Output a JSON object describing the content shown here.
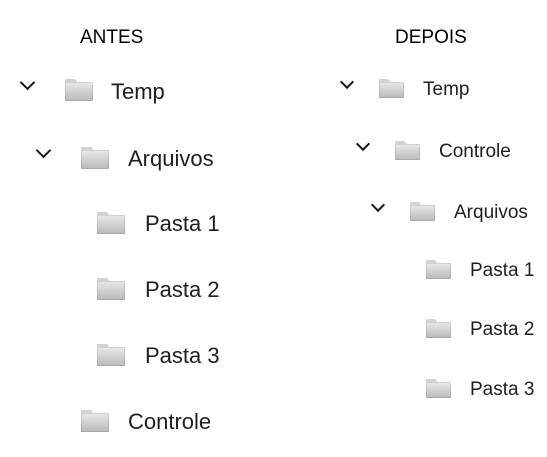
{
  "headings": {
    "before": "ANTES",
    "after": "DEPOIS"
  },
  "before_tree": {
    "temp": {
      "label": "Temp",
      "icon": "folder-icon",
      "expanded": true
    },
    "arquivos": {
      "label": "Arquivos",
      "icon": "folder-icon",
      "expanded": true
    },
    "pasta1": {
      "label": "Pasta 1",
      "icon": "folder-icon"
    },
    "pasta2": {
      "label": "Pasta 2",
      "icon": "folder-icon"
    },
    "pasta3": {
      "label": "Pasta 3",
      "icon": "folder-icon"
    },
    "controle": {
      "label": "Controle",
      "icon": "folder-icon"
    }
  },
  "after_tree": {
    "temp": {
      "label": "Temp",
      "icon": "folder-icon",
      "expanded": true
    },
    "controle": {
      "label": "Controle",
      "icon": "folder-icon",
      "expanded": true
    },
    "arquivos": {
      "label": "Arquivos",
      "icon": "folder-icon",
      "expanded": true
    },
    "pasta1": {
      "label": "Pasta 1",
      "icon": "folder-icon"
    },
    "pasta2": {
      "label": "Pasta 2",
      "icon": "folder-icon"
    },
    "pasta3": {
      "label": "Pasta 3",
      "icon": "folder-icon"
    }
  },
  "colors": {
    "folder": "#c8c8c8",
    "text": "#1e1e1e",
    "background": "#ffffff"
  }
}
